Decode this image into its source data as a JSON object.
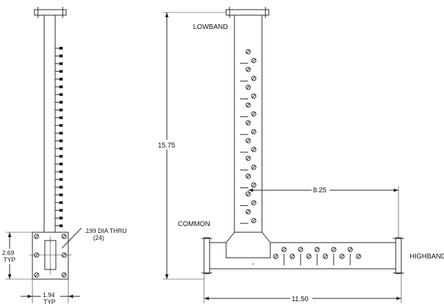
{
  "labels": {
    "lowband": "LOWBAND",
    "common": "COMMON",
    "highband": "HIGHBAND",
    "hole_note_line1": ".199 DIA THRU",
    "hole_note_line2": "(24)"
  },
  "dimensions": {
    "height_total": "15.75",
    "branch_length": "8.25",
    "overall_length": "11.50",
    "flange_height": "2.69",
    "flange_height_sub": "TYP",
    "flange_width": "1.94",
    "flange_width_sub": "TYP"
  },
  "colors": {
    "line": "#222222",
    "background": "#ffffff"
  }
}
